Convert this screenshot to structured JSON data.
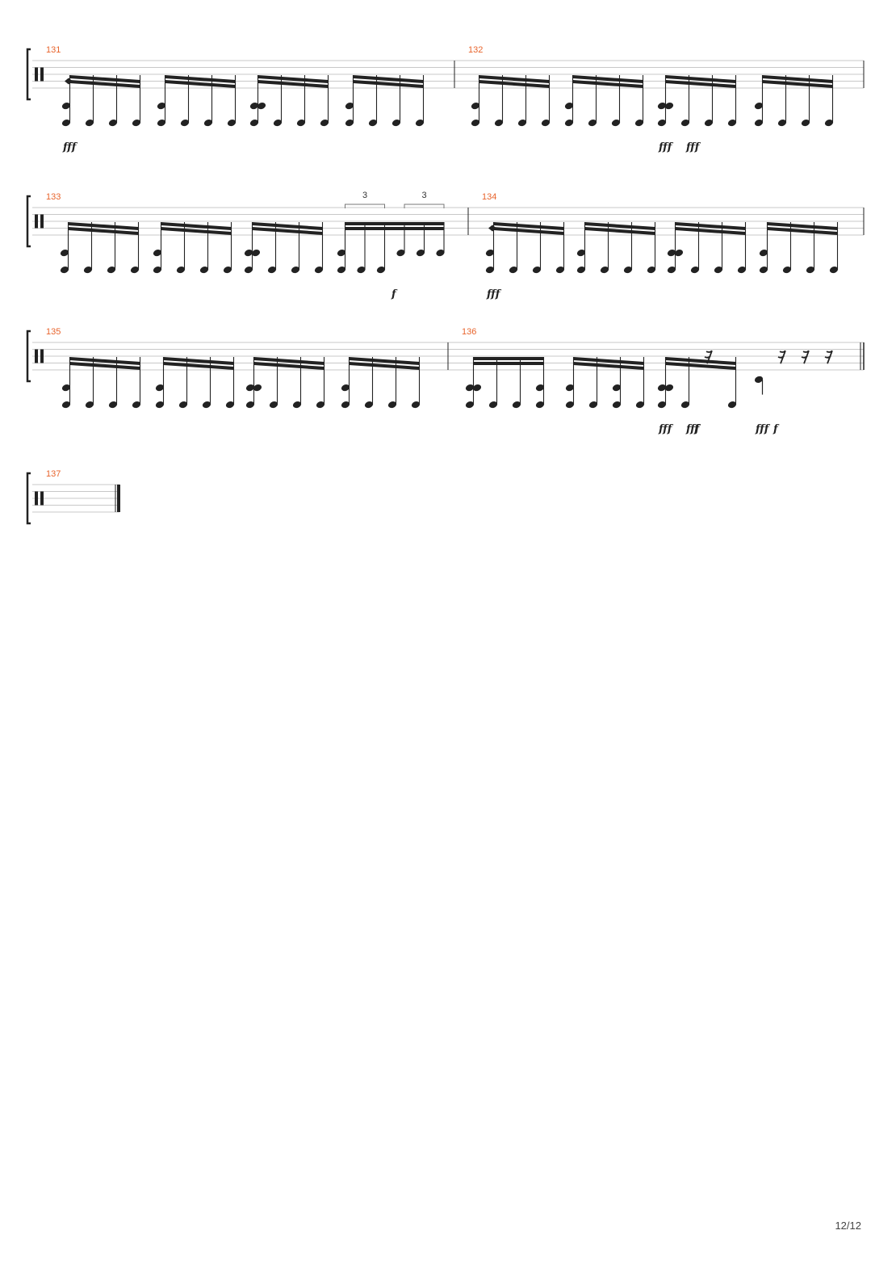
{
  "page": {
    "number_label": "12/12",
    "accent_color": "#e8642c",
    "ink_color": "#222222"
  },
  "systems": [
    {
      "id": "system-1",
      "measures": [
        {
          "number": "131",
          "beats": [
            {
              "pattern": "16ths",
              "heads": [
                "c",
                "b",
                "b",
                "b"
              ],
              "accent": true
            },
            {
              "pattern": "16ths",
              "heads": [
                "c",
                "b",
                "b",
                "b"
              ]
            },
            {
              "pattern": "16ths",
              "heads": [
                "cc",
                "b",
                "b",
                "b"
              ]
            },
            {
              "pattern": "16ths",
              "heads": [
                "c",
                "b",
                "b",
                "b"
              ]
            }
          ],
          "dynamics": [
            {
              "text": "fff",
              "beat": 0,
              "pos": 0
            }
          ]
        },
        {
          "number": "132",
          "beats": [
            {
              "pattern": "16ths",
              "heads": [
                "c",
                "b",
                "b",
                "b"
              ]
            },
            {
              "pattern": "16ths",
              "heads": [
                "c",
                "b",
                "b",
                "b"
              ]
            },
            {
              "pattern": "16ths",
              "heads": [
                "s",
                "b",
                "b",
                "b"
              ]
            },
            {
              "pattern": "16ths",
              "heads": [
                "c",
                "b",
                "b",
                "b"
              ]
            }
          ],
          "dynamics": [
            {
              "text": "fff",
              "beat": 2,
              "pos": 0
            },
            {
              "text": "fff",
              "beat": 2,
              "pos": 1
            }
          ]
        }
      ]
    },
    {
      "id": "system-2",
      "measures": [
        {
          "number": "133",
          "beats": [
            {
              "pattern": "16ths",
              "heads": [
                "c",
                "b",
                "b",
                "b"
              ]
            },
            {
              "pattern": "16ths",
              "heads": [
                "c",
                "b",
                "b",
                "b"
              ]
            },
            {
              "pattern": "16ths",
              "heads": [
                "cc",
                "b",
                "b",
                "b"
              ]
            },
            {
              "pattern": "sextuplet",
              "heads": [
                "c",
                "b",
                "b",
                "s",
                "s",
                "s"
              ],
              "tuplet_labels": [
                "3",
                "3"
              ]
            }
          ],
          "dynamics": [
            {
              "text": "f",
              "beat": 3,
              "pos": 3
            }
          ]
        },
        {
          "number": "134",
          "beats": [
            {
              "pattern": "16ths",
              "heads": [
                "c",
                "b",
                "b",
                "b"
              ],
              "accent": true
            },
            {
              "pattern": "16ths",
              "heads": [
                "c",
                "b",
                "b",
                "b"
              ]
            },
            {
              "pattern": "16ths",
              "heads": [
                "cc",
                "b",
                "b",
                "b"
              ]
            },
            {
              "pattern": "16ths",
              "heads": [
                "c",
                "b",
                "b",
                "b"
              ]
            }
          ],
          "dynamics": [
            {
              "text": "fff",
              "beat": 0,
              "pos": 0
            }
          ]
        }
      ]
    },
    {
      "id": "system-3",
      "measures": [
        {
          "number": "135",
          "beats": [
            {
              "pattern": "16ths",
              "heads": [
                "c",
                "b",
                "b",
                "b"
              ]
            },
            {
              "pattern": "16ths",
              "heads": [
                "c",
                "b",
                "b",
                "b"
              ]
            },
            {
              "pattern": "16ths",
              "heads": [
                "cc",
                "b",
                "b",
                "b"
              ]
            },
            {
              "pattern": "16ths",
              "heads": [
                "c",
                "b",
                "b",
                "b"
              ]
            }
          ],
          "dynamics": []
        },
        {
          "number": "136",
          "beats": [
            {
              "pattern": "16ths",
              "heads": [
                "cc",
                "b",
                "b",
                "c"
              ]
            },
            {
              "pattern": "16ths",
              "heads": [
                "c",
                "b",
                "c",
                "b"
              ]
            },
            {
              "pattern": "end-fill",
              "heads": [
                "s",
                "b",
                "r",
                "b"
              ]
            },
            {
              "pattern": "rests",
              "heads": [
                "q",
                "r",
                "r",
                "r"
              ]
            }
          ],
          "dynamics": [
            {
              "text": "fff",
              "beat": 2,
              "pos": 0
            },
            {
              "text": "fff",
              "beat": 2,
              "pos": 1
            },
            {
              "text": "f",
              "beat": 2,
              "pos": 2
            },
            {
              "text": "fff",
              "beat": 3,
              "pos": 0
            },
            {
              "text": "f",
              "beat": 3,
              "pos": 1
            }
          ]
        }
      ]
    },
    {
      "id": "system-4",
      "measures": [
        {
          "number": "137",
          "beats": [],
          "dynamics": [],
          "final_barline": true
        }
      ]
    }
  ]
}
